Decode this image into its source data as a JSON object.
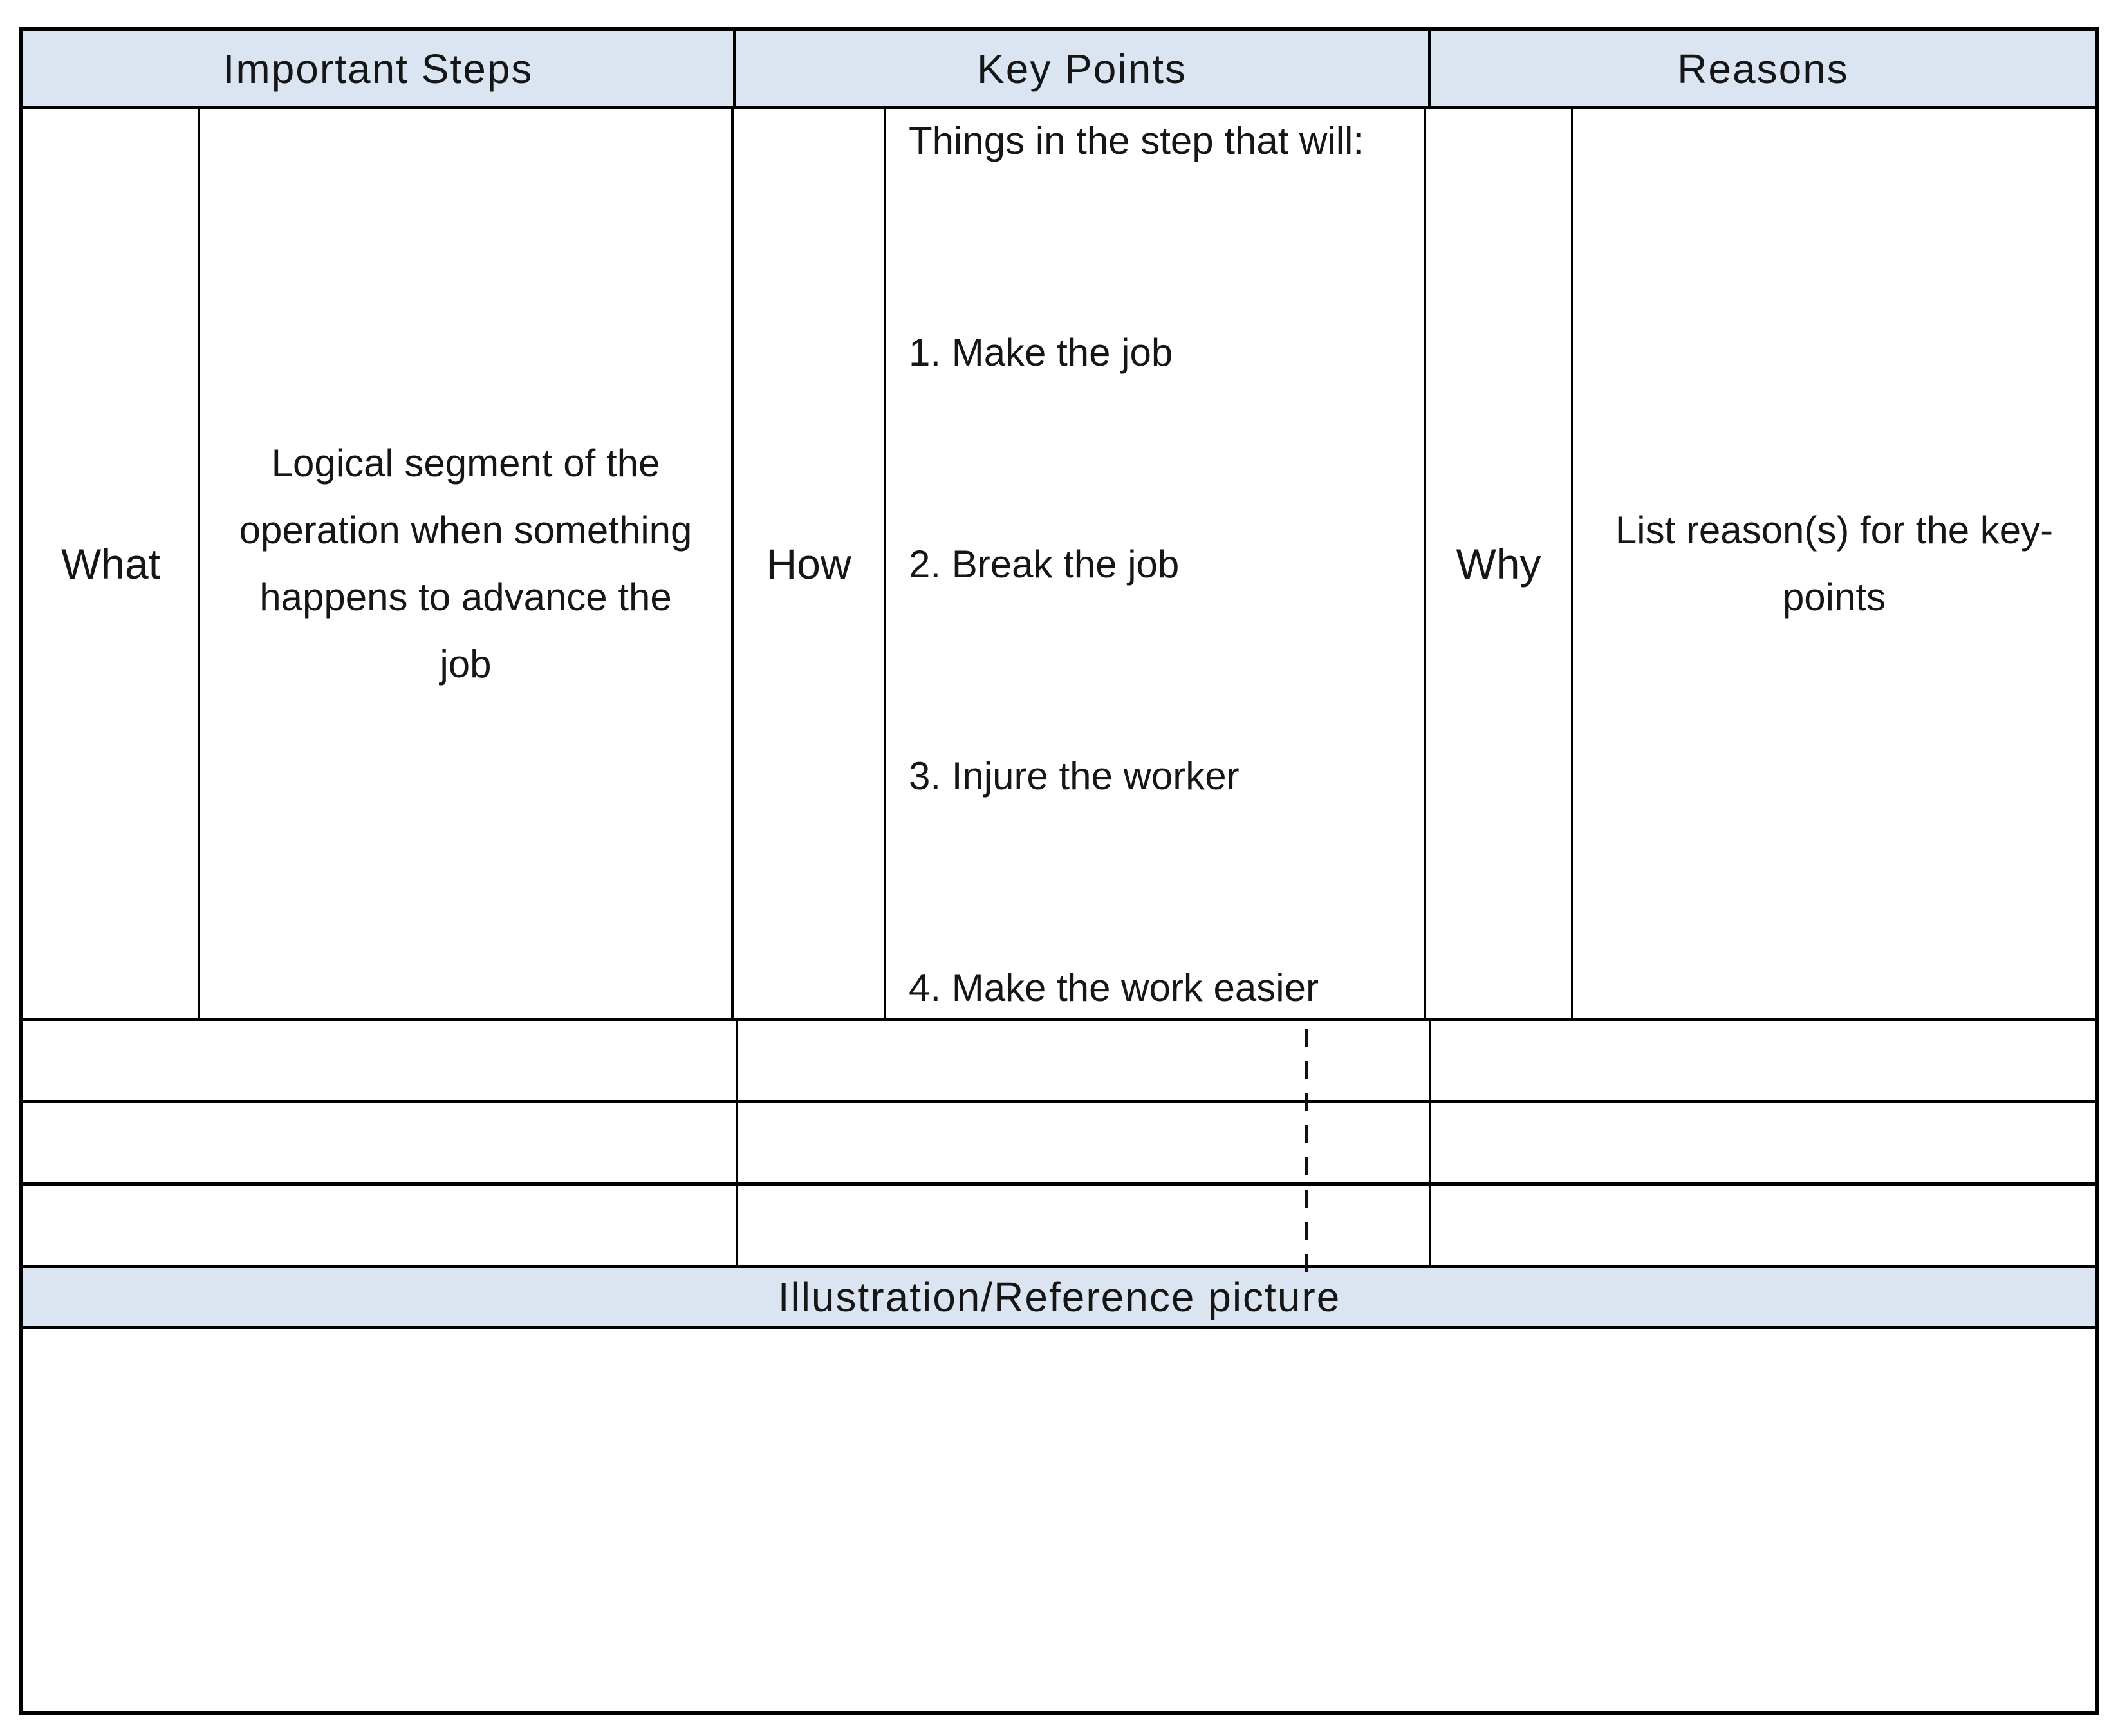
{
  "table": {
    "border_color": "#000000",
    "header_bg": "#dbe5f1",
    "columns": [
      {
        "label": "Important Steps"
      },
      {
        "label": "Key Points"
      },
      {
        "label": "Reasons"
      }
    ],
    "definition_row": {
      "what_label": "What",
      "what_description_lines": [
        "Logical segment of the",
        "operation when something",
        "happens to advance the",
        "job"
      ],
      "how_label": "How",
      "key_points_intro": "Things in the step that will:",
      "key_points": [
        "1. Make the job",
        "2. Break the job",
        "3. Injure the worker",
        "4. Make the work easier"
      ],
      "why_label": "Why",
      "reasons_lines": [
        "List reason(s) for the key-",
        "points"
      ]
    },
    "empty_row_count": 3,
    "illustration_header": "Illustration/Reference picture"
  }
}
